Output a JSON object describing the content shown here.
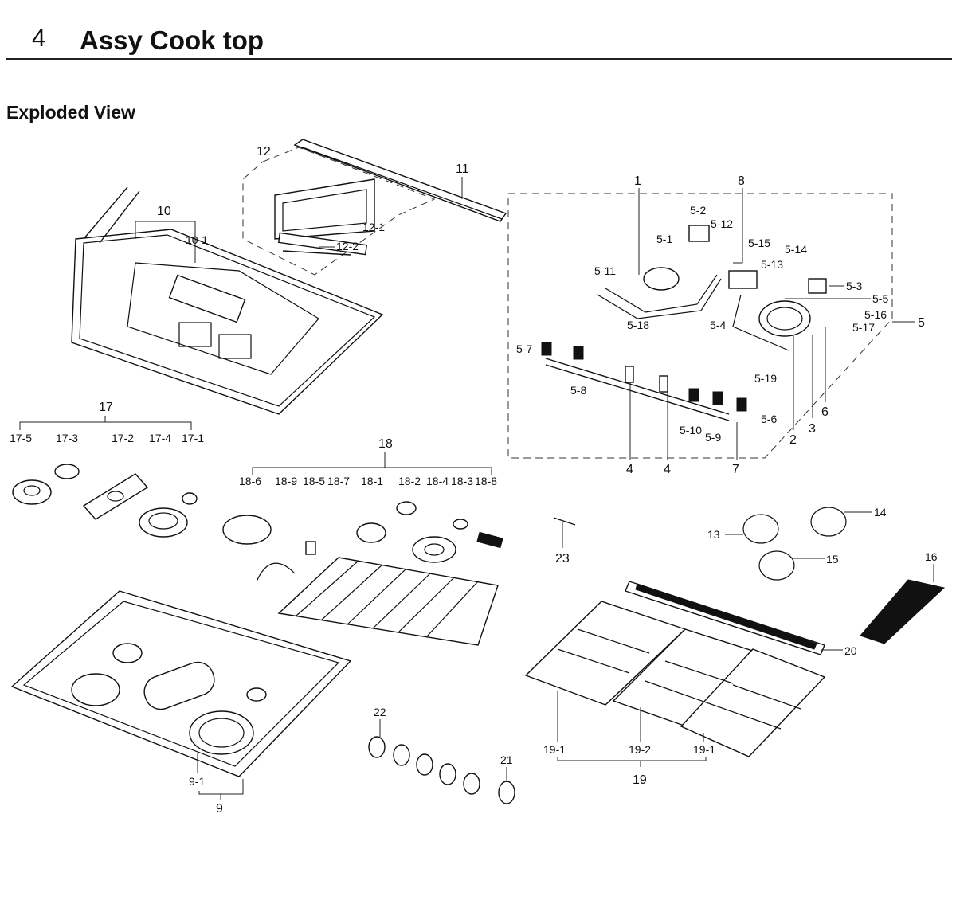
{
  "header": {
    "section_number": "4",
    "title": "Assy Cook top"
  },
  "section_title": "Exploded View",
  "callouts": {
    "c1": "1",
    "c2": "2",
    "c3": "3",
    "c4a": "4",
    "c4b": "4",
    "c5": "5",
    "c6": "6",
    "c7": "7",
    "c8": "8",
    "c9": "9",
    "c9_1": "9-1",
    "c10": "10",
    "c10_1": "10-1",
    "c11": "11",
    "c12": "12",
    "c12_1": "12-1",
    "c12_2": "12-2",
    "c13": "13",
    "c14": "14",
    "c15": "15",
    "c16": "16",
    "c17": "17",
    "c17_1": "17-1",
    "c17_2": "17-2",
    "c17_3": "17-3",
    "c17_4": "17-4",
    "c17_5": "17-5",
    "c18": "18",
    "c18_1": "18-1",
    "c18_2": "18-2",
    "c18_3": "18-3",
    "c18_4": "18-4",
    "c18_5": "18-5",
    "c18_6": "18-6",
    "c18_7": "18-7",
    "c18_8": "18-8",
    "c18_9": "18-9",
    "c19": "19",
    "c19_1a": "19-1",
    "c19_2": "19-2",
    "c19_1b": "19-1",
    "c20": "20",
    "c21": "21",
    "c22": "22",
    "c23": "23",
    "c5_1": "5-1",
    "c5_2": "5-2",
    "c5_3": "5-3",
    "c5_4": "5-4",
    "c5_5": "5-5",
    "c5_6": "5-6",
    "c5_7": "5-7",
    "c5_8": "5-8",
    "c5_9": "5-9",
    "c5_10": "5-10",
    "c5_11": "5-11",
    "c5_12": "5-12",
    "c5_13": "5-13",
    "c5_14": "5-14",
    "c5_15": "5-15",
    "c5_16": "5-16",
    "c5_17": "5-17",
    "c5_18": "5-18",
    "c5_19": "5-19"
  }
}
